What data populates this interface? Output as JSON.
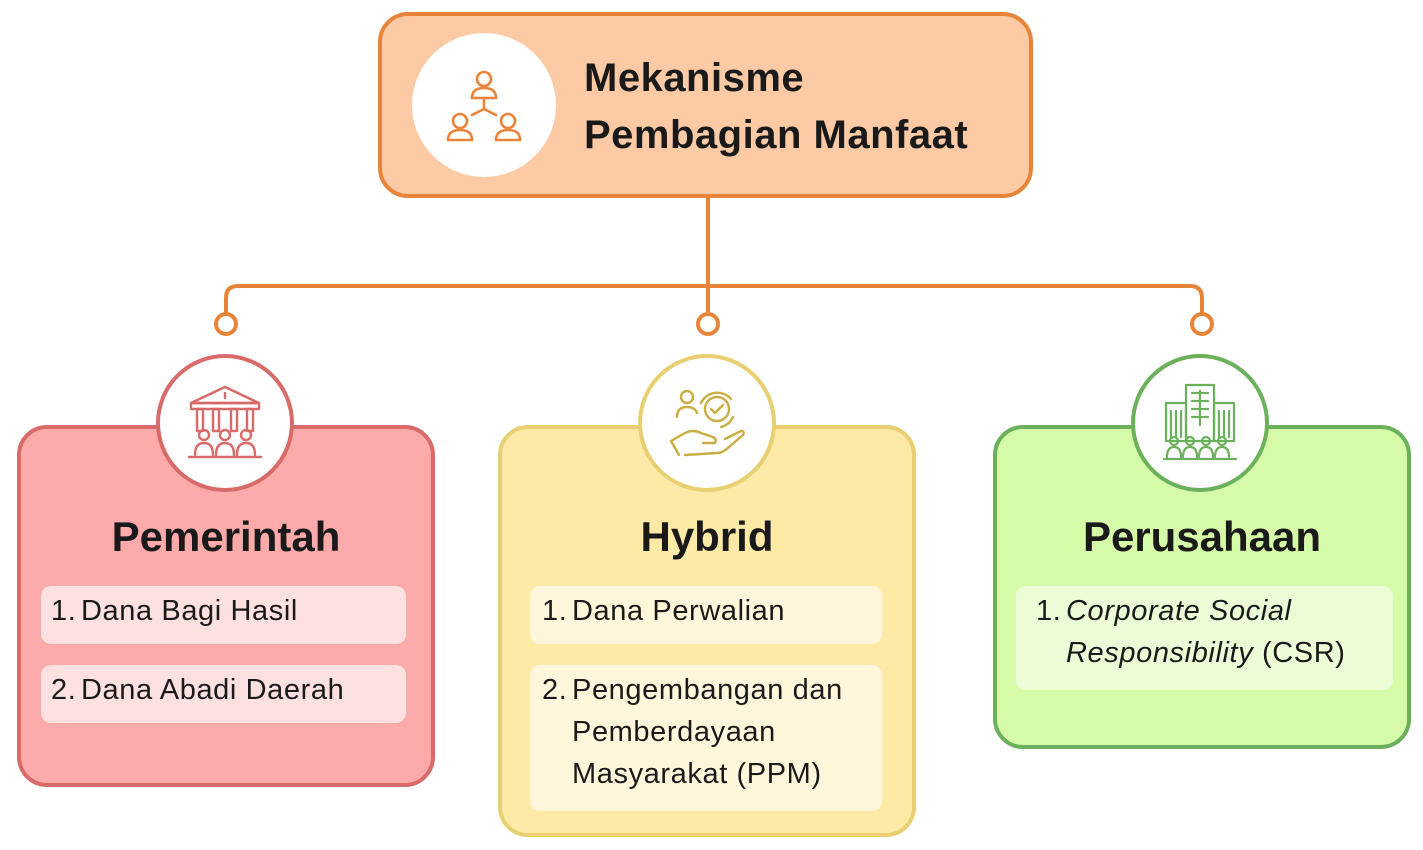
{
  "title": {
    "line1": "Mekanisme",
    "line2": "Pembagian Manfaat",
    "icon": "people-network-icon"
  },
  "colors": {
    "title_bg": "#fdcaa6",
    "title_border": "#e8843a",
    "connector": "#e8843a",
    "pemerintah_bg": "#fdaaaa",
    "pemerintah_border": "#d96a6a",
    "hybrid_bg": "#fdeaa6",
    "hybrid_border": "#e7cf72",
    "perusahaan_bg": "#d6fba8",
    "perusahaan_border": "#6bb05a"
  },
  "categories": {
    "pemerintah": {
      "title": "Pemerintah",
      "icon": "government-building-icon",
      "items": [
        {
          "num": "1.",
          "text": "Dana Bagi Hasil"
        },
        {
          "num": "2.",
          "text": "Dana Abadi Daerah"
        }
      ]
    },
    "hybrid": {
      "title": "Hybrid",
      "icon": "hand-holding-people-icon",
      "items": [
        {
          "num": "1.",
          "text": "Dana Perwalian"
        },
        {
          "num": "2.",
          "text": "Pengembangan dan Pemberdayaan Masyarakat (PPM)"
        }
      ]
    },
    "perusahaan": {
      "title": "Perusahaan",
      "icon": "company-building-icon",
      "items": [
        {
          "num": "1.",
          "text_italic": "Corporate Social Responsibility",
          "text_rest": " (CSR)"
        }
      ]
    }
  }
}
